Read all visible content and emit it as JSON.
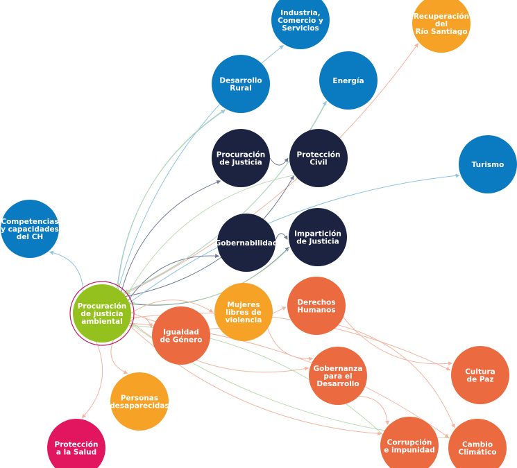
{
  "colors": {
    "blue": "#0a7bc1",
    "navy": "#1b2340",
    "orange": "#f5a226",
    "coral": "#eb6a40",
    "green": "#95c11f",
    "pink": "#e2165e",
    "edge_blue": "#8cc4e3",
    "edge_navy": "#6e7a96",
    "edge_orange": "#f3b4a0",
    "edge_green": "#b9dcb0"
  },
  "nodes": [
    {
      "id": "industria",
      "lines": [
        "Industria,",
        "Comercio y",
        "Servicios"
      ],
      "color": "blue"
    },
    {
      "id": "recuperacion",
      "lines": [
        "Recuperación",
        "del",
        "Río Santiago"
      ],
      "color": "orange"
    },
    {
      "id": "desarrollo-rural",
      "lines": [
        "Desarrollo",
        "Rural"
      ],
      "color": "blue"
    },
    {
      "id": "energia",
      "lines": [
        "Energía"
      ],
      "color": "blue"
    },
    {
      "id": "procuracion-justicia",
      "lines": [
        "Procuración",
        "de Justicia"
      ],
      "color": "navy"
    },
    {
      "id": "proteccion-civil",
      "lines": [
        "Protección",
        "Civil"
      ],
      "color": "navy"
    },
    {
      "id": "turismo",
      "lines": [
        "Turismo"
      ],
      "color": "blue"
    },
    {
      "id": "competencias",
      "lines": [
        "Competencias",
        "y capacidades",
        "del CH"
      ],
      "color": "blue"
    },
    {
      "id": "gobernabilidad",
      "lines": [
        "Gobernabilidad"
      ],
      "color": "navy"
    },
    {
      "id": "imparticion",
      "lines": [
        "Impartición",
        "de Justicia"
      ],
      "color": "navy"
    },
    {
      "id": "procuracion-ambiental",
      "lines": [
        "Procuración",
        "de justicia",
        "ambiental"
      ],
      "color": "green"
    },
    {
      "id": "mujeres",
      "lines": [
        "Mujeres",
        "libres de",
        "violencia"
      ],
      "color": "orange"
    },
    {
      "id": "derechos",
      "lines": [
        "Derechos",
        "Humanos"
      ],
      "color": "coral"
    },
    {
      "id": "igualdad",
      "lines": [
        "Igualdad",
        "de Género"
      ],
      "color": "coral"
    },
    {
      "id": "gobernanza",
      "lines": [
        "Gobernanza",
        "para el",
        "Desarrollo"
      ],
      "color": "coral"
    },
    {
      "id": "cultura",
      "lines": [
        "Cultura",
        "de Paz"
      ],
      "color": "coral"
    },
    {
      "id": "personas",
      "lines": [
        "Personas",
        "desaparecidas"
      ],
      "color": "orange"
    },
    {
      "id": "proteccion-salud",
      "lines": [
        "Protección",
        "a la Salud"
      ],
      "color": "pink"
    },
    {
      "id": "corrupcion",
      "lines": [
        "Corrupción",
        "e impunidad"
      ],
      "color": "coral"
    },
    {
      "id": "cambio",
      "lines": [
        "Cambio",
        "Climático"
      ],
      "color": "coral"
    }
  ],
  "edges": [
    {
      "from": "procuracion-ambiental",
      "to": "industria",
      "color": "edge_blue"
    },
    {
      "from": "procuracion-ambiental",
      "to": "recuperacion",
      "color": "edge_orange"
    },
    {
      "from": "procuracion-ambiental",
      "to": "desarrollo-rural",
      "color": "edge_blue"
    },
    {
      "from": "procuracion-ambiental",
      "to": "energia",
      "color": "edge_blue"
    },
    {
      "from": "procuracion-ambiental",
      "to": "procuracion-justicia",
      "color": "edge_navy"
    },
    {
      "from": "procuracion-ambiental",
      "to": "proteccion-civil",
      "color": "edge_navy"
    },
    {
      "from": "procuracion-ambiental",
      "to": "turismo",
      "color": "edge_blue"
    },
    {
      "from": "procuracion-ambiental",
      "to": "competencias",
      "color": "edge_blue"
    },
    {
      "from": "procuracion-ambiental",
      "to": "gobernabilidad",
      "color": "edge_navy"
    },
    {
      "from": "procuracion-ambiental",
      "to": "imparticion",
      "color": "edge_navy"
    },
    {
      "from": "procuracion-ambiental",
      "to": "mujeres",
      "color": "edge_orange"
    },
    {
      "from": "procuracion-ambiental",
      "to": "derechos",
      "color": "edge_orange"
    },
    {
      "from": "procuracion-ambiental",
      "to": "igualdad",
      "color": "edge_orange"
    },
    {
      "from": "procuracion-ambiental",
      "to": "gobernanza",
      "color": "edge_orange"
    },
    {
      "from": "procuracion-ambiental",
      "to": "cultura",
      "color": "edge_orange"
    },
    {
      "from": "procuracion-ambiental",
      "to": "personas",
      "color": "edge_orange"
    },
    {
      "from": "procuracion-ambiental",
      "to": "proteccion-salud",
      "color": "edge_orange"
    },
    {
      "from": "procuracion-ambiental",
      "to": "corrupcion",
      "color": "edge_orange"
    },
    {
      "from": "procuracion-ambiental",
      "to": "cambio",
      "color": "edge_orange"
    },
    {
      "from": "procuracion-justicia",
      "to": "proteccion-civil",
      "color": "edge_navy"
    },
    {
      "from": "gobernabilidad",
      "to": "imparticion",
      "color": "edge_navy"
    },
    {
      "from": "derechos",
      "to": "cultura",
      "color": "edge_orange"
    },
    {
      "from": "gobernanza",
      "to": "corrupcion",
      "color": "edge_orange"
    },
    {
      "from": "mujeres",
      "to": "gobernanza",
      "color": "edge_orange"
    },
    {
      "from": "derechos",
      "to": "cambio",
      "color": "edge_orange"
    },
    {
      "from": "desarrollo-rural",
      "to": "procuracion-ambiental",
      "color": "edge_green"
    },
    {
      "from": "energia",
      "to": "procuracion-ambiental",
      "color": "edge_green"
    },
    {
      "from": "proteccion-civil",
      "to": "procuracion-ambiental",
      "color": "edge_green"
    },
    {
      "from": "imparticion",
      "to": "procuracion-ambiental",
      "color": "edge_green"
    },
    {
      "from": "corrupcion",
      "to": "procuracion-ambiental",
      "color": "edge_green"
    },
    {
      "from": "cambio",
      "to": "procuracion-ambiental",
      "color": "edge_green"
    }
  ]
}
